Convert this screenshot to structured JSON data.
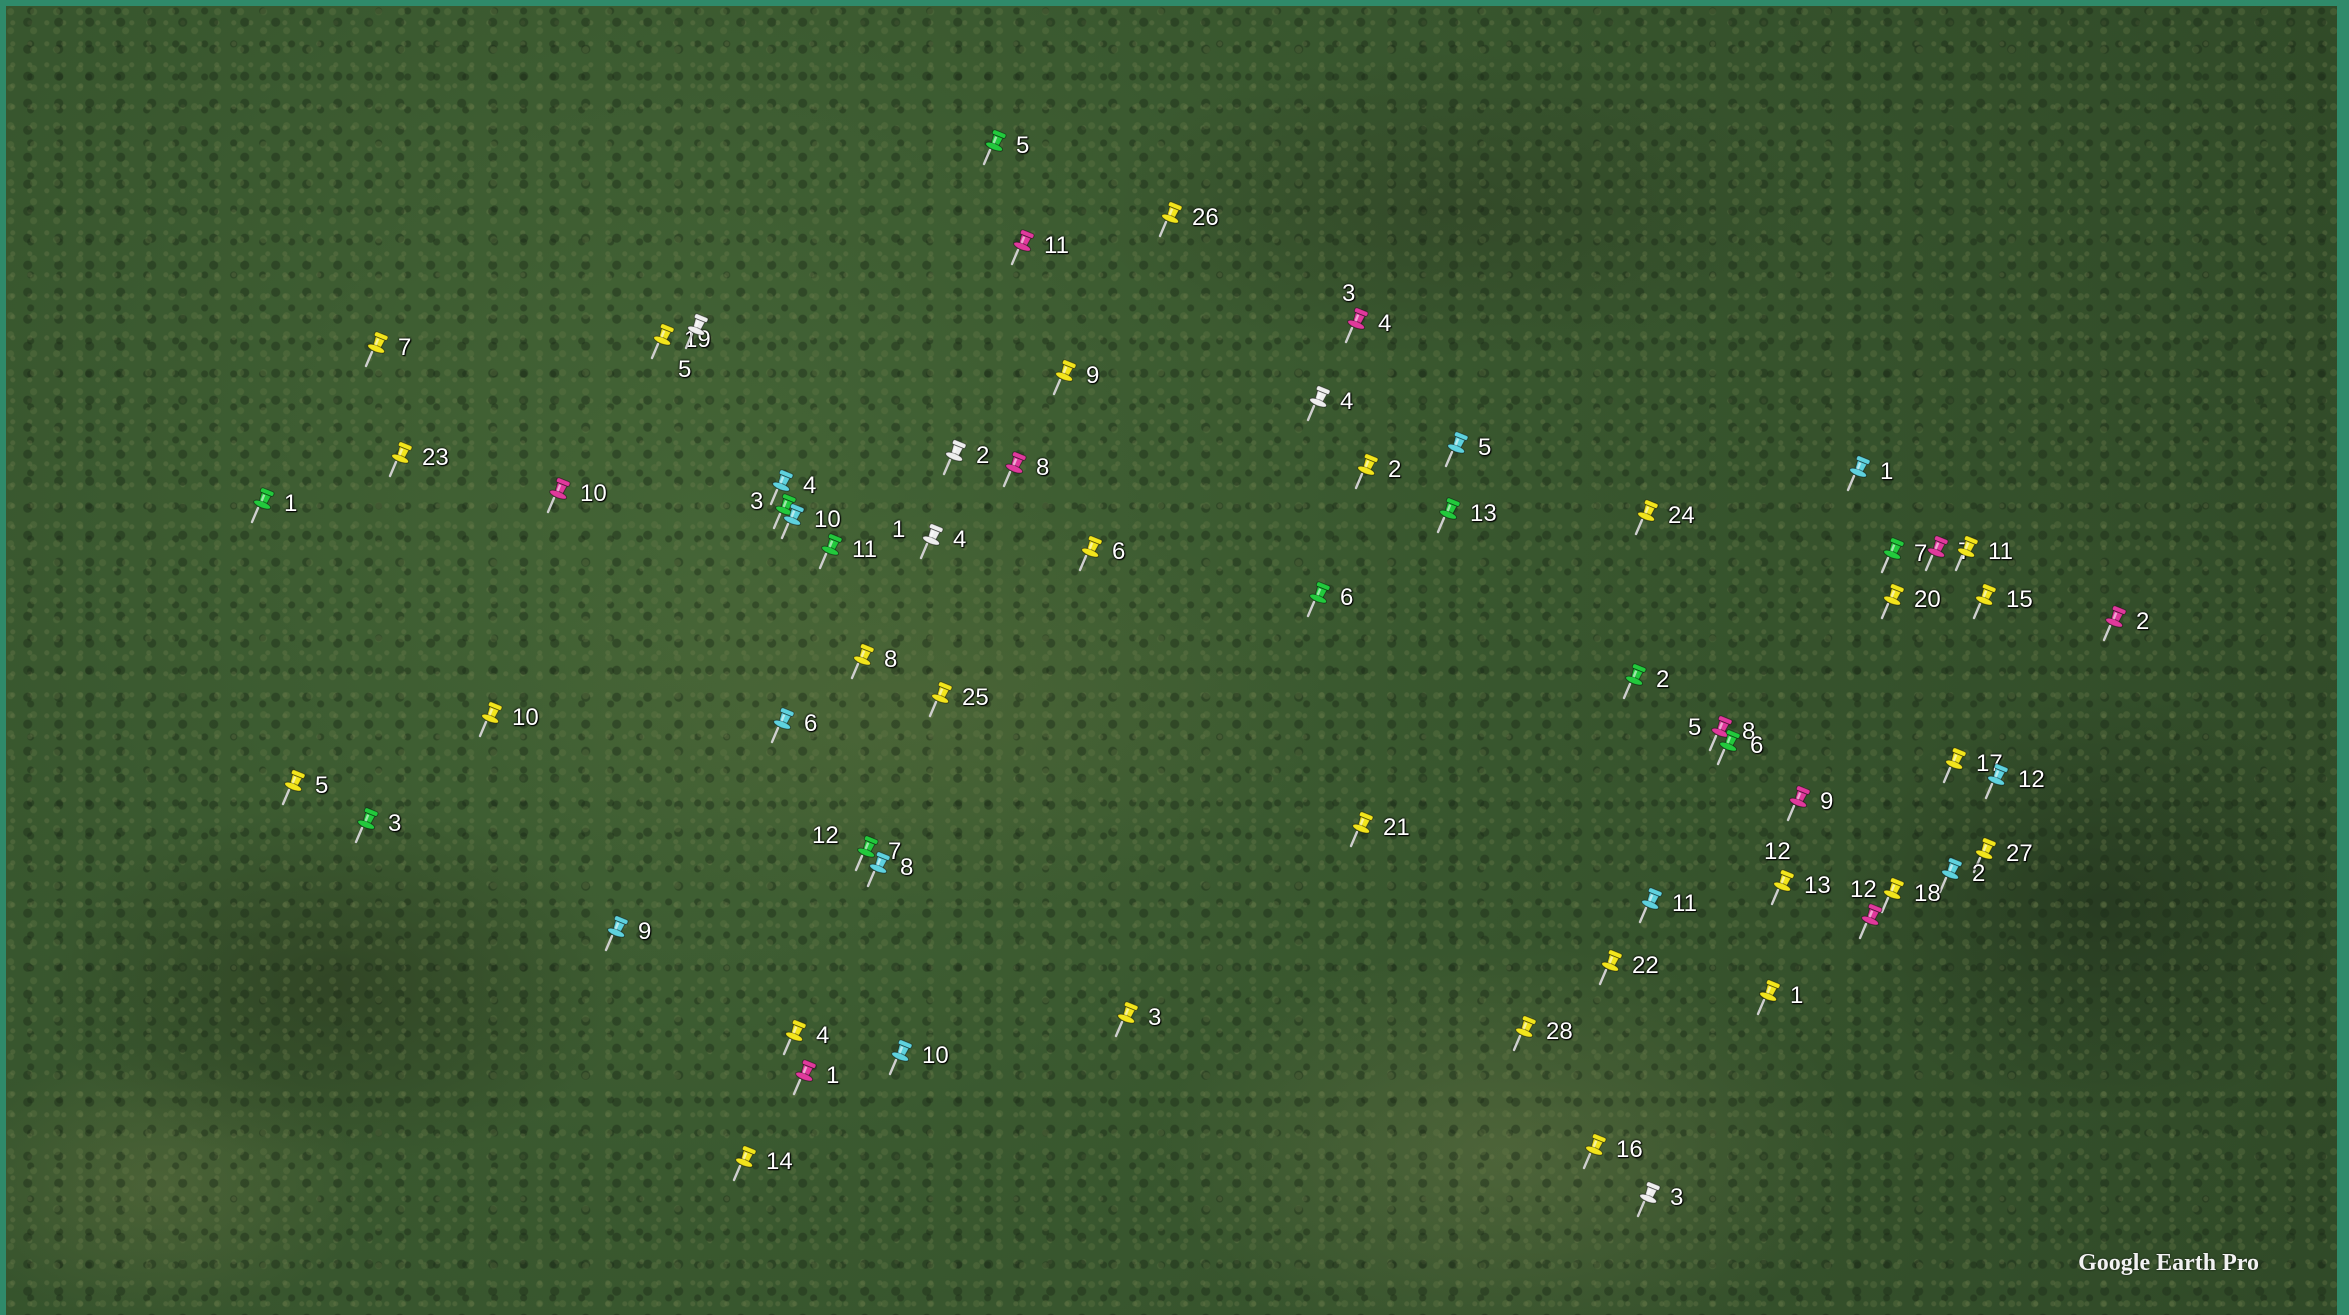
{
  "watermark": "Google Earth Pro",
  "pin_colors": {
    "yellow": "#f2e51c",
    "pink": "#e0399c",
    "green": "#22c93c",
    "cyan": "#5ed2de",
    "white": "#eeeeee"
  },
  "pins": [
    {
      "color": "green",
      "label": "5"
    },
    {
      "color": "pink",
      "label": "11"
    },
    {
      "color": "yellow",
      "label": "26"
    },
    {
      "color": "pink",
      "label": "4"
    },
    {
      "color": "yellow",
      "label": "7"
    },
    {
      "color": "yellow",
      "label": "19"
    },
    {
      "color": "white",
      "label": ""
    },
    {
      "color": "yellow",
      "label": "9"
    },
    {
      "color": "white",
      "label": "4"
    },
    {
      "color": "yellow",
      "label": "23"
    },
    {
      "color": "white",
      "label": "2"
    },
    {
      "color": "pink",
      "label": "8"
    },
    {
      "color": "yellow",
      "label": "2"
    },
    {
      "color": "cyan",
      "label": "5"
    },
    {
      "color": "green",
      "label": "1"
    },
    {
      "color": "pink",
      "label": "10"
    },
    {
      "color": "cyan",
      "label": "4"
    },
    {
      "color": "green",
      "label": ""
    },
    {
      "color": "cyan",
      "label": "10"
    },
    {
      "color": "green",
      "label": "11"
    },
    {
      "color": "white",
      "label": "4"
    },
    {
      "color": "yellow",
      "label": "6"
    },
    {
      "color": "green",
      "label": "13"
    },
    {
      "color": "yellow",
      "label": "24"
    },
    {
      "color": "cyan",
      "label": "1"
    },
    {
      "color": "green",
      "label": "7"
    },
    {
      "color": "pink",
      "label": "7"
    },
    {
      "color": "yellow",
      "label": "11"
    },
    {
      "color": "yellow",
      "label": "20"
    },
    {
      "color": "yellow",
      "label": "15"
    },
    {
      "color": "green",
      "label": "6"
    },
    {
      "color": "pink",
      "label": "2"
    },
    {
      "color": "yellow",
      "label": "8"
    },
    {
      "color": "yellow",
      "label": "25"
    },
    {
      "color": "green",
      "label": "2"
    },
    {
      "color": "yellow",
      "label": "10"
    },
    {
      "color": "cyan",
      "label": "6"
    },
    {
      "color": "pink",
      "label": "8"
    },
    {
      "color": "green",
      "label": "6"
    },
    {
      "color": "yellow",
      "label": "5"
    },
    {
      "color": "green",
      "label": "3"
    },
    {
      "color": "pink",
      "label": "9"
    },
    {
      "color": "yellow",
      "label": "17"
    },
    {
      "color": "cyan",
      "label": "12"
    },
    {
      "color": "green",
      "label": "7"
    },
    {
      "color": "cyan",
      "label": "8"
    },
    {
      "color": "yellow",
      "label": "21"
    },
    {
      "color": "yellow",
      "label": "27"
    },
    {
      "color": "yellow",
      "label": "13"
    },
    {
      "color": "cyan",
      "label": "2"
    },
    {
      "color": "yellow",
      "label": "18"
    },
    {
      "color": "pink",
      "label": ""
    },
    {
      "color": "cyan",
      "label": "11"
    },
    {
      "color": "cyan",
      "label": "9"
    },
    {
      "color": "yellow",
      "label": "22"
    },
    {
      "color": "yellow",
      "label": "1"
    },
    {
      "color": "yellow",
      "label": "4"
    },
    {
      "color": "yellow",
      "label": "3"
    },
    {
      "color": "yellow",
      "label": "28"
    },
    {
      "color": "cyan",
      "label": "10"
    },
    {
      "color": "pink",
      "label": "1"
    },
    {
      "color": "yellow",
      "label": "16"
    },
    {
      "color": "yellow",
      "label": "14"
    },
    {
      "color": "white",
      "label": "3"
    }
  ],
  "extra_labels": [
    "3",
    "5",
    "3",
    "1",
    "12",
    "5",
    "12",
    "12"
  ]
}
